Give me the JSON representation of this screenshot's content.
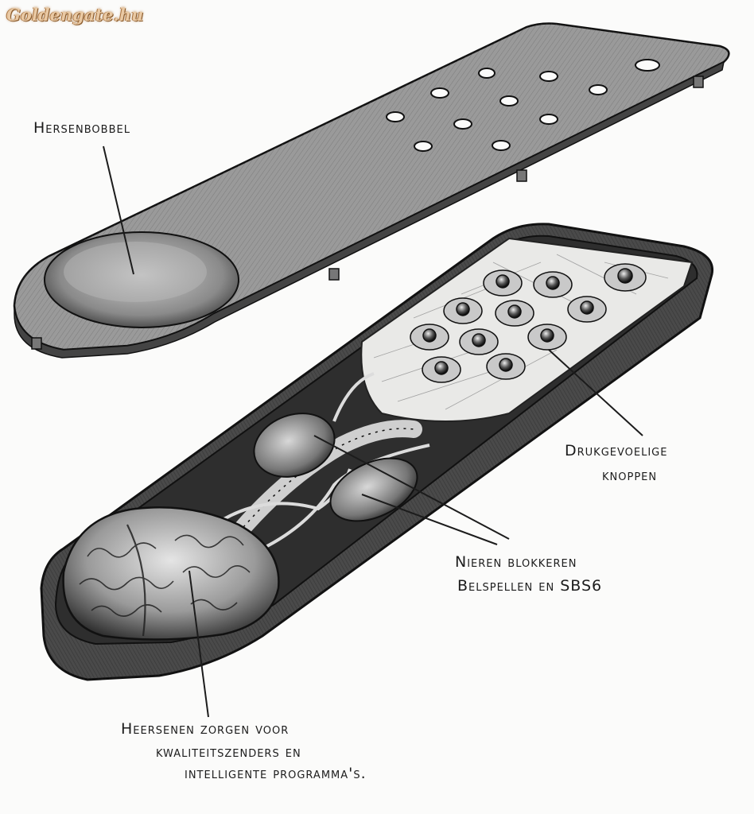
{
  "watermark": "Goldengate.hu",
  "labels": {
    "hersenbobbel": "Hersenbobbel",
    "drukgevoelige_1": "Drukgevoelige",
    "drukgevoelige_2": "knoppen",
    "nieren_1": "Nieren blokkeren",
    "nieren_2": "Belspellen en SBS6",
    "hersenen_1": "Heersenen zorgen voor",
    "hersenen_2": "kwaliteitszenders en",
    "hersenen_3": "intelligente programma's."
  },
  "colors": {
    "ink": "#1c1c1c",
    "paper": "#fbfbfa",
    "casing": "#7a7a7a",
    "interior": "#3c3c3c"
  }
}
